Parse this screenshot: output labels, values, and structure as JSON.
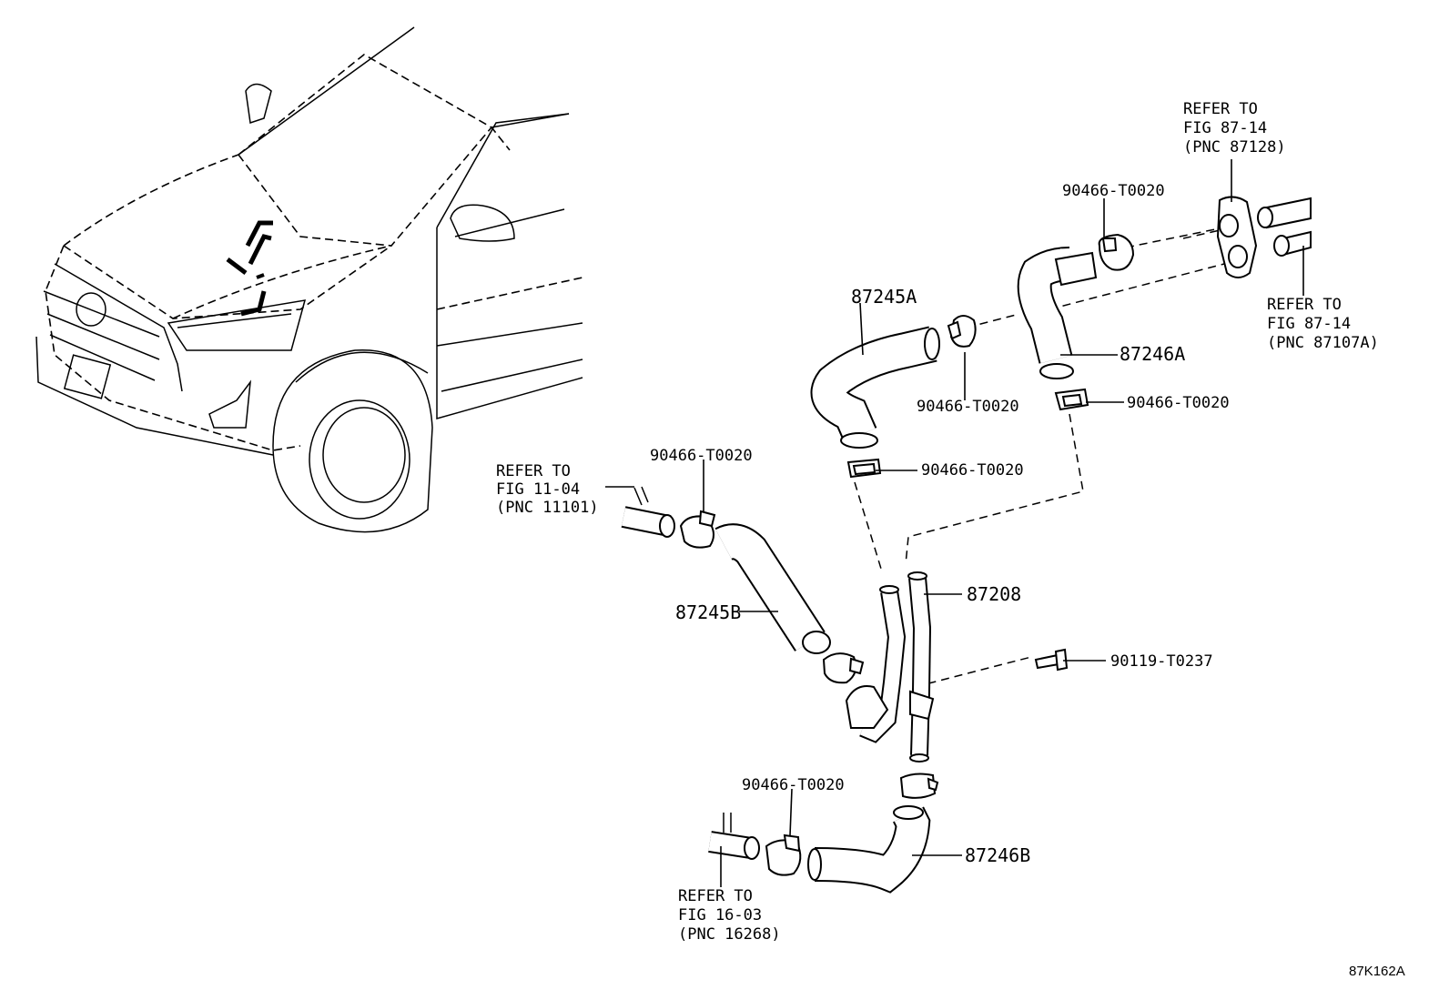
{
  "diagram": {
    "figure_code": "87K162A",
    "parts": {
      "hose_87245A": "87245A",
      "hose_87246A": "87246A",
      "hose_87245B": "87245B",
      "hose_87246B": "87246B",
      "pipe_87208": "87208",
      "bolt_90119": "90119-T0237",
      "clamp_top_right": "90466-T0020",
      "clamp_mid_upper": "90466-T0020",
      "clamp_mid_right": "90466-T0020",
      "clamp_mid_lower": "90466-T0020",
      "clamp_left": "90466-T0020",
      "clamp_bottom": "90466-T0020"
    },
    "refs": {
      "ref_87128": [
        "REFER TO",
        "FIG 87-14",
        "(PNC 87128)"
      ],
      "ref_87107A": [
        "REFER TO",
        "FIG 87-14",
        "(PNC 87107A)"
      ],
      "ref_11101": [
        "REFER TO",
        "FIG 11-04",
        "(PNC 11101)"
      ],
      "ref_16268": [
        "REFER TO",
        "FIG 16-03",
        "(PNC 16268)"
      ]
    }
  }
}
